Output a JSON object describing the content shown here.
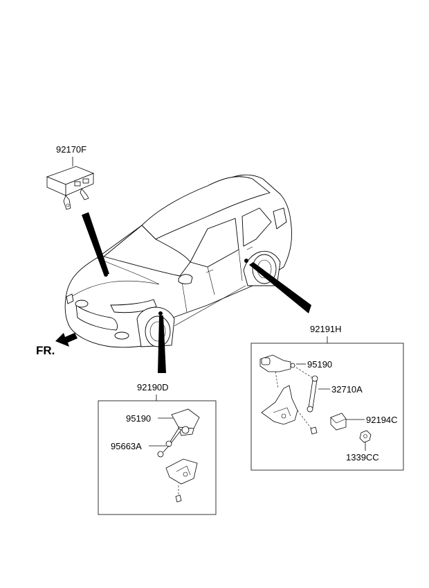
{
  "parts": {
    "module_label": "92170F",
    "front_sensor_label": "92190D",
    "rear_sensor_label": "92191H",
    "front": {
      "bracket_label": "95190",
      "link_label": "95663A"
    },
    "rear": {
      "bracket_label": "95190",
      "link_label": "32710A",
      "clip_label": "92194C",
      "nut_label": "1339CC"
    }
  },
  "direction": {
    "label": "FR."
  }
}
